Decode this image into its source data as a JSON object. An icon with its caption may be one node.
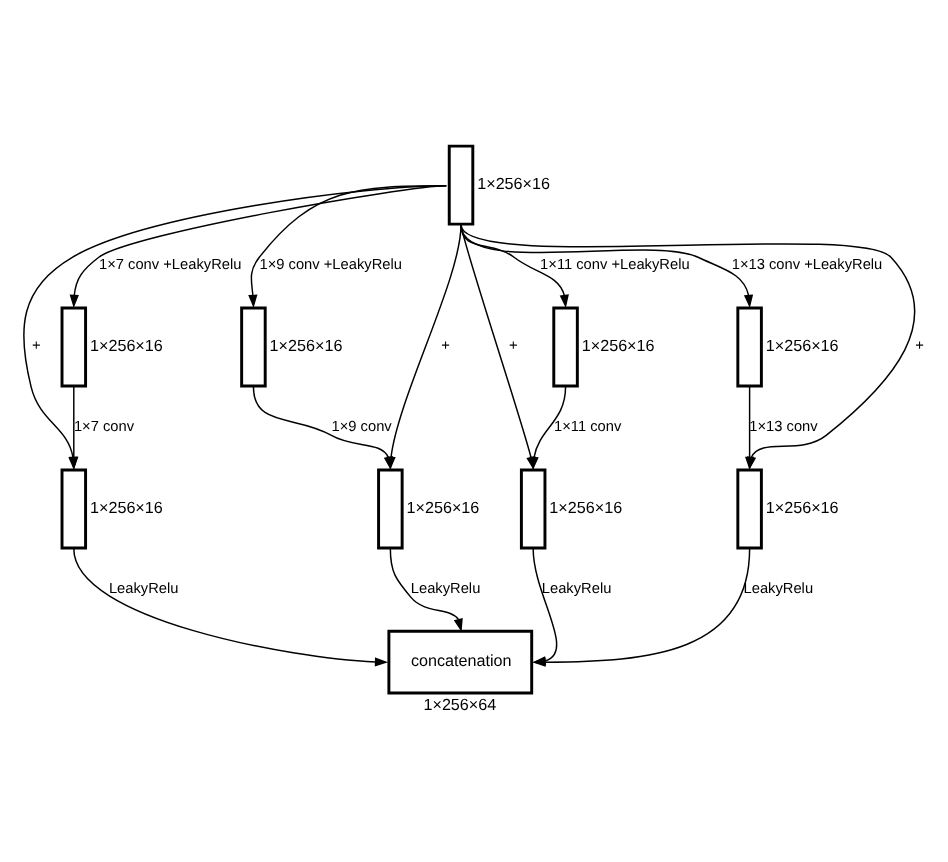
{
  "diagram": {
    "nodes": [
      {
        "text": [],
        "shape": "box",
        "beside": [
          "1×256×16"
        ]
      },
      {
        "text": [],
        "shape": "box",
        "beside": [
          "1×256×16"
        ]
      },
      {
        "text": [],
        "shape": "box",
        "beside": [
          "1×256×16"
        ]
      },
      {
        "text": [],
        "shape": "box",
        "beside": [
          "1×256×16"
        ]
      },
      {
        "text": [],
        "shape": "box",
        "beside": [
          "1×256×16"
        ]
      },
      {
        "text": [],
        "shape": "box",
        "beside": [
          "1×256×16"
        ]
      },
      {
        "text": [],
        "shape": "box",
        "beside": [
          "1×256×16"
        ]
      },
      {
        "text": [],
        "shape": "box",
        "beside": [
          "1×256×16"
        ]
      },
      {
        "text": [],
        "shape": "box",
        "beside": [
          "1×256×16"
        ]
      },
      {
        "text": [
          "concatenation"
        ],
        "beside": [
          "1×256×64"
        ]
      }
    ],
    "edges": [
      {
        "from": 0,
        "to": 1,
        "arrow": "to",
        "label": "1×7 conv +LeakyRelu"
      },
      {
        "from": 0,
        "to": 2,
        "arrow": "to",
        "label": "1×9 conv +LeakyRelu"
      },
      {
        "from": 0,
        "to": 3,
        "arrow": "to",
        "label": "1×11 conv +LeakyRelu"
      },
      {
        "from": 0,
        "to": 4,
        "arrow": "to",
        "label": "1×13 conv +LeakyRelu"
      },
      {
        "from": 0,
        "to": 5,
        "arrow": "to",
        "label": "+"
      },
      {
        "from": 0,
        "to": 6,
        "arrow": "to",
        "label": "+"
      },
      {
        "from": 0,
        "to": 7,
        "arrow": "to",
        "label": "+"
      },
      {
        "from": 0,
        "to": 8,
        "arrow": "to",
        "label": "+"
      },
      {
        "from": 1,
        "to": 5,
        "arrow": "to",
        "label": "1×7 conv"
      },
      {
        "from": 2,
        "to": 6,
        "arrow": "to",
        "label": "1×9 conv"
      },
      {
        "from": 3,
        "to": 7,
        "arrow": "to",
        "label": "1×11 conv"
      },
      {
        "from": 4,
        "to": 8,
        "arrow": "to",
        "label": "1×13 conv"
      },
      {
        "from": 5,
        "to": 9,
        "arrow": "to",
        "label": "LeakyRelu"
      },
      {
        "from": 6,
        "to": 9,
        "arrow": "to",
        "label": "LeakyRelu"
      },
      {
        "from": 7,
        "to": 9,
        "arrow": "to",
        "label": "LeakyRelu"
      },
      {
        "from": 8,
        "to": 9,
        "arrow": "to",
        "label": "LeakyRelu"
      }
    ]
  }
}
